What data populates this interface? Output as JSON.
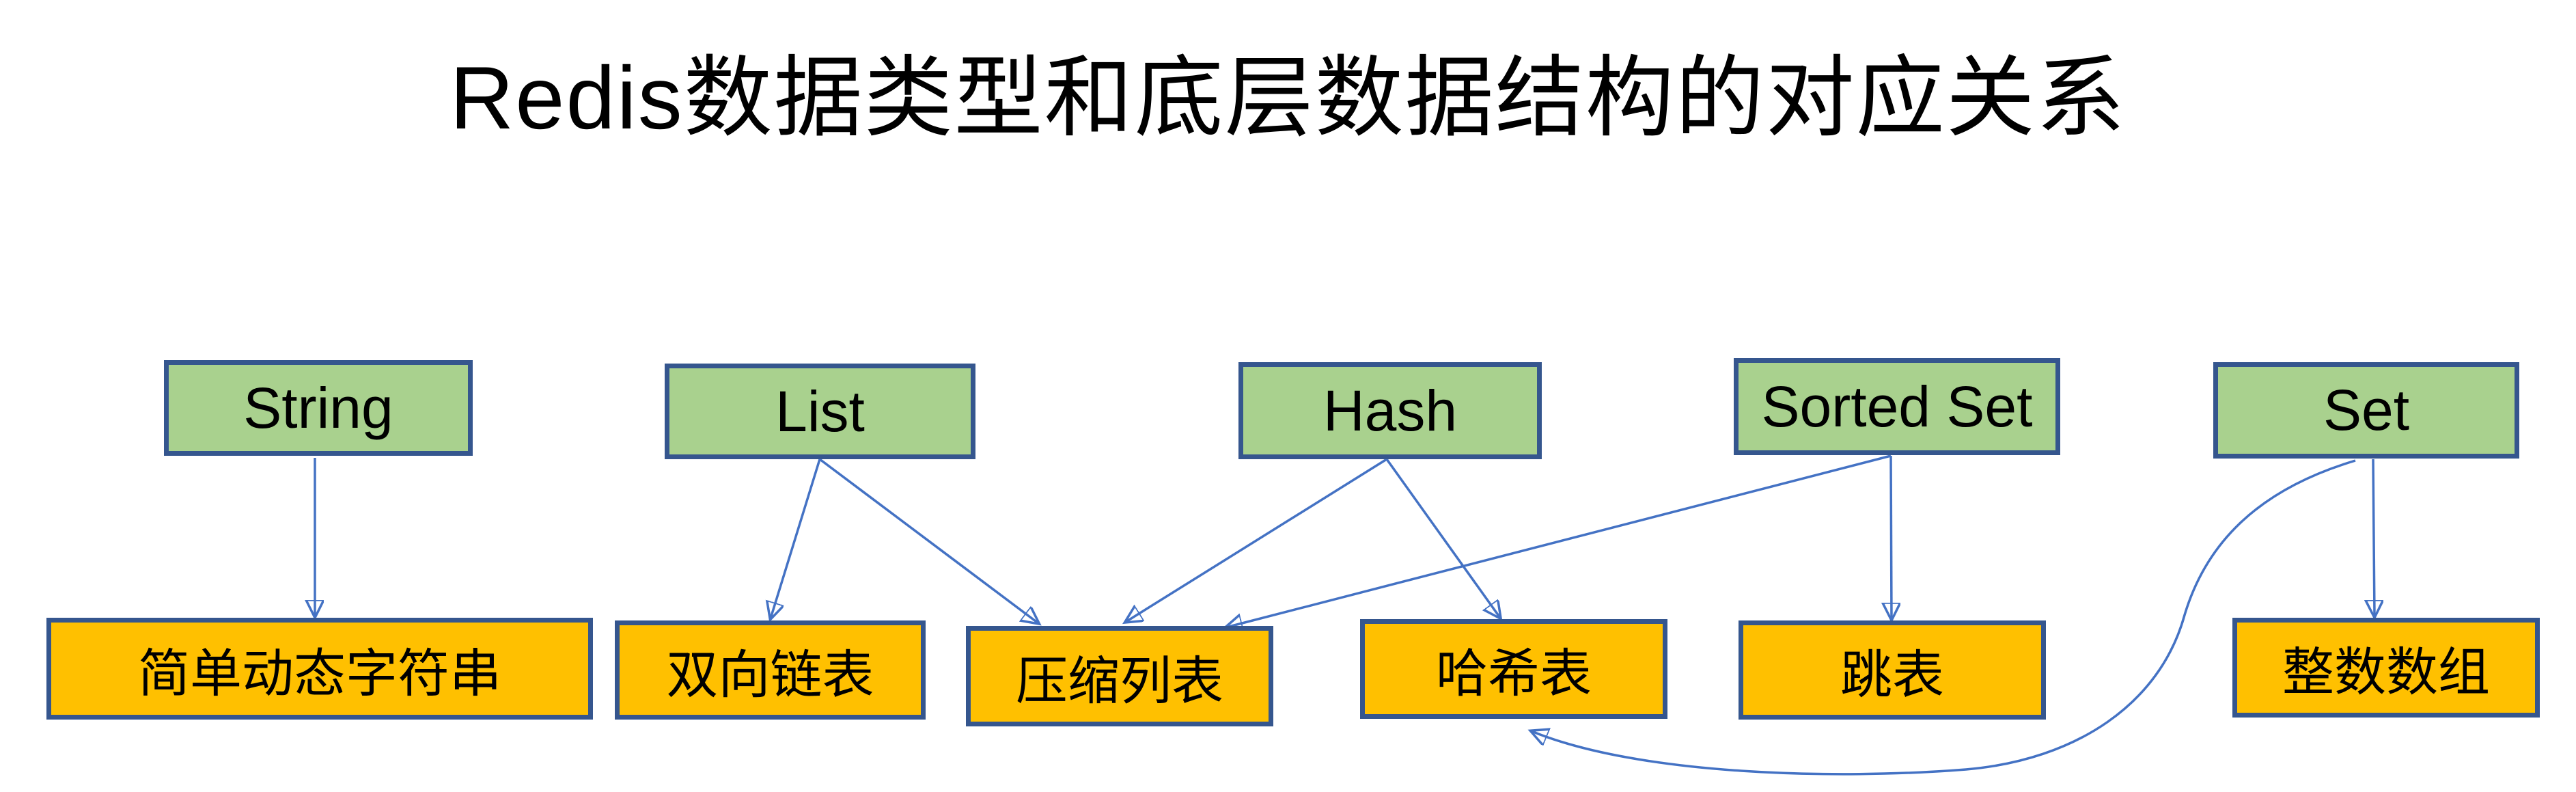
{
  "title": "Redis数据类型和底层数据结构的对应关系",
  "colors": {
    "background": "#ffffff",
    "data_type_fill": "#a9d18e",
    "data_structure_fill": "#ffc000",
    "box_border": "#35568e",
    "arrow": "#4472c4",
    "text": "#000000"
  },
  "data_types": [
    {
      "id": "string",
      "label": "String"
    },
    {
      "id": "list",
      "label": "List"
    },
    {
      "id": "hash",
      "label": "Hash"
    },
    {
      "id": "sorted-set",
      "label": "Sorted Set"
    },
    {
      "id": "set",
      "label": "Set"
    }
  ],
  "data_structures": [
    {
      "id": "sds",
      "label": "简单动态字符串"
    },
    {
      "id": "linkedlist",
      "label": "双向链表"
    },
    {
      "id": "ziplist",
      "label": "压缩列表"
    },
    {
      "id": "hashtable",
      "label": "哈希表"
    },
    {
      "id": "skiplist",
      "label": "跳表"
    },
    {
      "id": "intset",
      "label": "整数数组"
    }
  ],
  "edges": [
    {
      "from": "String",
      "to": "简单动态字符串",
      "shape": "straight"
    },
    {
      "from": "List",
      "to": "双向链表",
      "shape": "straight"
    },
    {
      "from": "List",
      "to": "压缩列表",
      "shape": "straight"
    },
    {
      "from": "Hash",
      "to": "压缩列表",
      "shape": "straight"
    },
    {
      "from": "Hash",
      "to": "哈希表",
      "shape": "straight"
    },
    {
      "from": "Sorted Set",
      "to": "压缩列表",
      "shape": "straight"
    },
    {
      "from": "Sorted Set",
      "to": "跳表",
      "shape": "straight"
    },
    {
      "from": "Set",
      "to": "哈希表",
      "shape": "curved"
    },
    {
      "from": "Set",
      "to": "整数数组",
      "shape": "straight"
    }
  ]
}
